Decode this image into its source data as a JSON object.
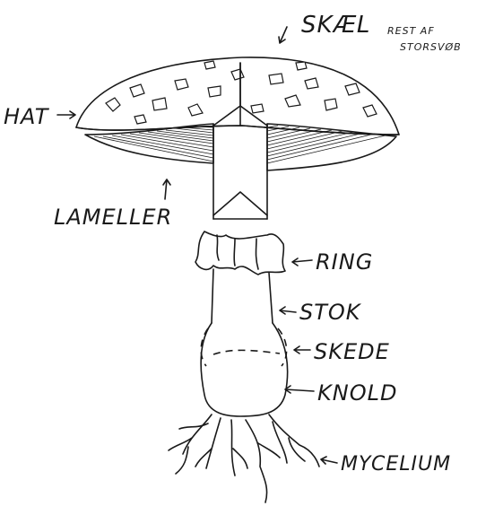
{
  "labels": {
    "skael": "SKÆL",
    "rest_af_line1": "REST AF",
    "rest_af_line2": "STORSVØB",
    "hat": "HAT",
    "lameller": "LAMELLER",
    "ring": "RING",
    "stok": "STOK",
    "skede": "SKEDE",
    "knold": "KNOLD",
    "mycelium": "MYCELIUM"
  },
  "colors": {
    "ink": "#1a1a1a",
    "background": "#ffffff"
  }
}
